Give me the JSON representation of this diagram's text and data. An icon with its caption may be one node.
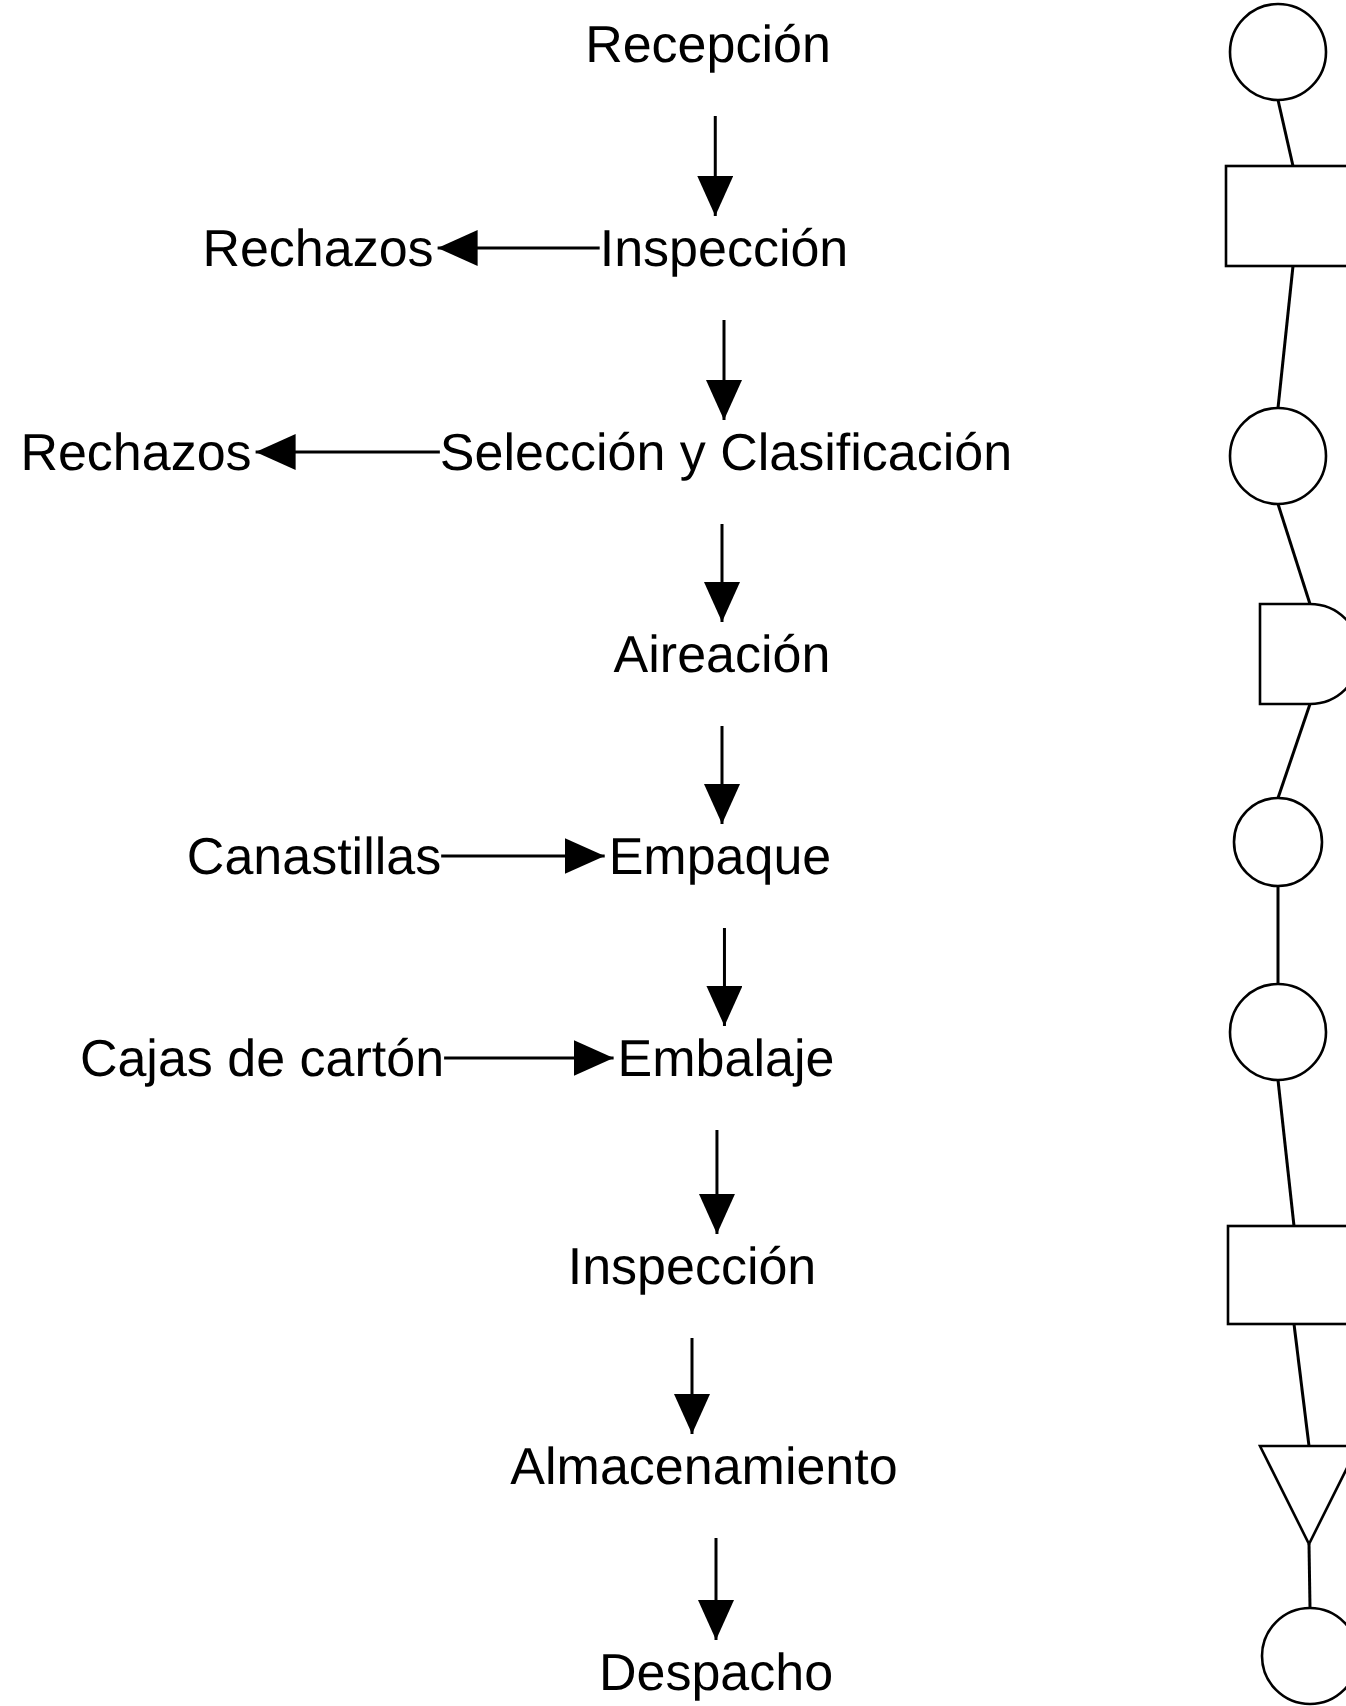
{
  "diagram": {
    "nodes": [
      {
        "text": [
          "Recepción"
        ]
      },
      {
        "text": [
          "Inspección"
        ]
      },
      {
        "text": [
          "Selección y Clasificación"
        ]
      },
      {
        "text": [
          "Aireación"
        ]
      },
      {
        "text": [
          "Empaque"
        ]
      },
      {
        "text": [
          "Embalaje"
        ]
      },
      {
        "text": [
          "Inspección"
        ]
      },
      {
        "text": [
          "Almacenamiento"
        ]
      },
      {
        "text": [
          "Despacho"
        ]
      },
      {
        "text": [
          "Rechazos"
        ]
      },
      {
        "text": [
          "Rechazos"
        ]
      },
      {
        "text": [
          "Canastillas"
        ]
      },
      {
        "text": [
          "Cajas de cartón"
        ]
      },
      {
        "text": [],
        "shape": "circle"
      },
      {
        "text": [],
        "shape": "box"
      },
      {
        "text": [],
        "shape": "circle"
      },
      {
        "text": [],
        "shape": "delay"
      },
      {
        "text": [],
        "shape": "circle"
      },
      {
        "text": [],
        "shape": "circle"
      },
      {
        "text": [],
        "shape": "box"
      },
      {
        "text": [],
        "shape": "triangle"
      },
      {
        "text": [],
        "shape": "circle"
      }
    ],
    "edges": [
      {
        "from": 0,
        "to": 1,
        "arrow": "to"
      },
      {
        "from": 1,
        "to": 2,
        "arrow": "to"
      },
      {
        "from": 2,
        "to": 3,
        "arrow": "to"
      },
      {
        "from": 3,
        "to": 4,
        "arrow": "to"
      },
      {
        "from": 4,
        "to": 5,
        "arrow": "to"
      },
      {
        "from": 5,
        "to": 6,
        "arrow": "to"
      },
      {
        "from": 6,
        "to": 7,
        "arrow": "to"
      },
      {
        "from": 7,
        "to": 8,
        "arrow": "to"
      },
      {
        "from": 1,
        "to": 9,
        "arrow": "to"
      },
      {
        "from": 2,
        "to": 10,
        "arrow": "to"
      },
      {
        "from": 11,
        "to": 4,
        "arrow": "to"
      },
      {
        "from": 12,
        "to": 5,
        "arrow": "to"
      },
      {
        "from": 13,
        "to": 14,
        "arrow": "none"
      },
      {
        "from": 14,
        "to": 15,
        "arrow": "none"
      },
      {
        "from": 15,
        "to": 16,
        "arrow": "none"
      },
      {
        "from": 16,
        "to": 17,
        "arrow": "none"
      },
      {
        "from": 17,
        "to": 18,
        "arrow": "none"
      },
      {
        "from": 18,
        "to": 19,
        "arrow": "none"
      },
      {
        "from": 19,
        "to": 20,
        "arrow": "none"
      },
      {
        "from": 20,
        "to": 21,
        "arrow": "none"
      }
    ]
  }
}
